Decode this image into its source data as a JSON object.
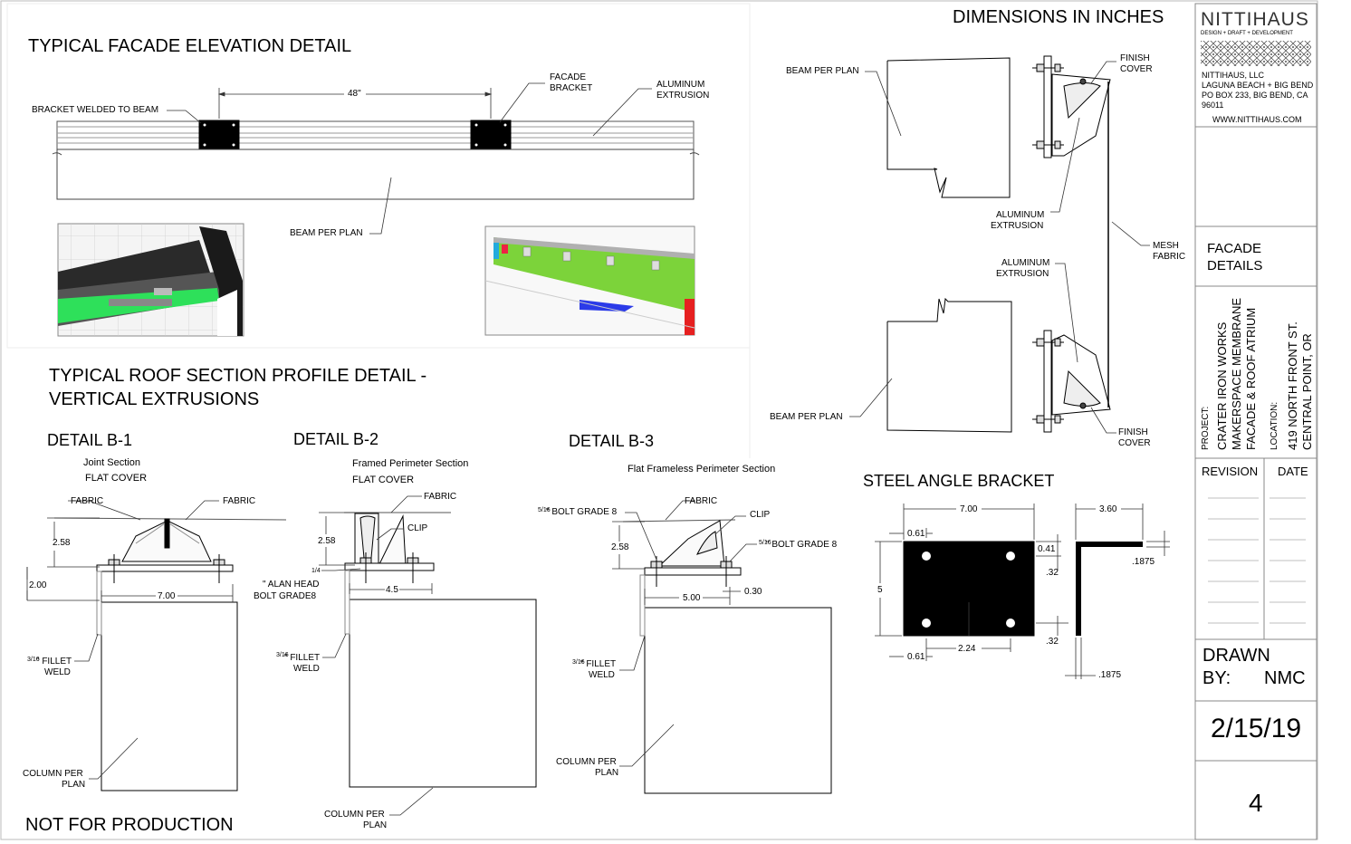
{
  "headings": {
    "facade_elevation": "TYPICAL FACADE ELEVATION DETAIL",
    "dimensions_in_inches": "DIMENSIONS IN INCHES",
    "roof_section_line1": "TYPICAL ROOF SECTION PROFILE DETAIL -",
    "roof_section_line2": "VERTICAL EXTRUSIONS",
    "detail_b1": "DETAIL B-1",
    "detail_b2": "DETAIL B-2",
    "detail_b3": "DETAIL B-3",
    "steel_angle_bracket": "STEEL ANGLE BRACKET",
    "not_for_production": "NOT FOR PRODUCTION"
  },
  "elevation": {
    "bracket_welded": "BRACKET WELDED TO BEAM",
    "spacing": "48\"",
    "facade_bracket_1": "FACADE",
    "facade_bracket_2": "BRACKET",
    "aluminum_1": "ALUMINUM",
    "aluminum_2": "EXTRUSION",
    "beam_per_plan": "BEAM PER PLAN"
  },
  "section": {
    "beam_per_plan_top": "BEAM PER PLAN",
    "beam_per_plan_bottom": "BEAM PER PLAN",
    "finish_cover_top_1": "FINISH",
    "finish_cover_top_2": "COVER",
    "finish_cover_bottom_1": "FINISH",
    "finish_cover_bottom_2": "COVER",
    "alum_ext_a_1": "ALUMINUM",
    "alum_ext_a_2": "EXTRUSION",
    "alum_ext_b_1": "ALUMINUM",
    "alum_ext_b_2": "EXTRUSION",
    "mesh_1": "MESH",
    "mesh_2": "FABRIC"
  },
  "b1": {
    "sub1": "Joint Section",
    "sub2": "FLAT COVER",
    "fabric_left": "FABRIC",
    "fabric_right": "FABRIC",
    "dim_258": "2.58",
    "dim_200": "2.00",
    "dim_700": "7.00",
    "weld_frac": "3/16",
    "weld_1": "\" FILLET",
    "weld_2": "WELD",
    "column_1": "COLUMN PER",
    "column_2": "PLAN"
  },
  "b2": {
    "sub1": "Framed Perimeter Section",
    "sub2": "FLAT COVER",
    "fabric": "FABRIC",
    "clip": "CLIP",
    "dim_258": "2.58",
    "bolt_frac": "1/4",
    "bolt_1": "\" ALAN HEAD",
    "bolt_2": "BOLT GRADE8",
    "dim_45": "4.5",
    "weld_frac": "3/16",
    "weld_1": "\" FILLET",
    "weld_2": "WELD",
    "column_1": "COLUMN PER",
    "column_2": "PLAN"
  },
  "b3": {
    "sub1": "Flat Frameless Perimeter Section",
    "bolt_left_frac": "5/16",
    "bolt_left": "\" BOLT GRADE 8",
    "fabric": "FABRIC",
    "clip": "CLIP",
    "bolt_right_frac": "5/16",
    "bolt_right": "\" BOLT GRADE 8",
    "dim_258": "2.58",
    "dim_500": "5.00",
    "dim_030": "0.30",
    "weld_frac": "3/16",
    "weld_1": "\" FILLET",
    "weld_2": "WELD",
    "column_1": "COLUMN PER",
    "column_2": "PLAN"
  },
  "bracket": {
    "dim_700": "7.00",
    "dim_061_top": "0.61",
    "dim_5": "5",
    "dim_061_bottom": "0.61",
    "dim_224": "2.24",
    "dim_041": "0.41",
    "dim_032_top": ".32",
    "dim_032_bottom": ".32",
    "dim_360": "3.60",
    "dim_1875_top": ".1875",
    "dim_1875_bottom": ".1875"
  },
  "title_block": {
    "logo": "NITTIHAUS",
    "tagline": "DESIGN + DRAFT + DEVELOPMENT",
    "company": "NITTIHAUS, LLC",
    "address_1": "LAGUNA BEACH + BIG BEND",
    "address_2": "PO BOX 233, BIG BEND, CA",
    "address_3": "96011",
    "website": "WWW.NITTIHAUS.COM",
    "sheet_title_1": "FACADE",
    "sheet_title_2": "DETAILS",
    "project_label": "PROJECT:",
    "project_1": "CRATER IRON WORKS",
    "project_2": "MAKERSPACE MEMBRANE",
    "project_3": "FACADE & ROOF ATRIUM",
    "location_label": "LOCATION:",
    "location_1": "419 NORTH FRONT ST.",
    "location_2": "CENTRAL POINT, OR",
    "revision": "REVISION",
    "date": "DATE",
    "drawn_by_1": "DRAWN",
    "drawn_by_2": "BY:",
    "drawn_by_initials": "NMC",
    "drawing_date": "2/15/19",
    "sheet_number": "4"
  }
}
